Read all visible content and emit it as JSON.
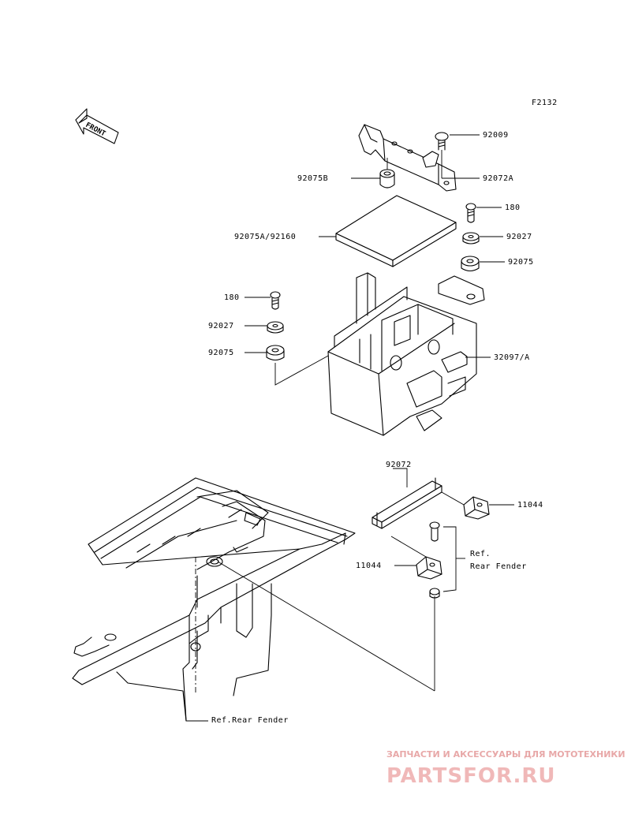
{
  "figure_code": "F2132",
  "front_label": "FRONT",
  "labels": {
    "p92009": "92009",
    "p92072a": "92072A",
    "p92075b": "92075B",
    "p180_right": "180",
    "p92075a_92160": "92075A/92160",
    "p92027_right": "92027",
    "p92075_right": "92075",
    "p180_left": "180",
    "p92027_left": "92027",
    "p92075_left": "92075",
    "p32097a": "32097/A",
    "p92072": "92072",
    "p11044_right": "11044",
    "p11044_left": "11044",
    "ref_rear_fender_1": "Ref.",
    "ref_rear_fender_2": "Rear Fender",
    "ref_rear_fender_bottom": "Ref.Rear Fender"
  },
  "watermark": {
    "top": "ЗАПЧАСТИ И АКСЕССУАРЫ ДЛЯ МОТОТЕХНИКИ",
    "logo": "PARTSFOR.RU"
  }
}
